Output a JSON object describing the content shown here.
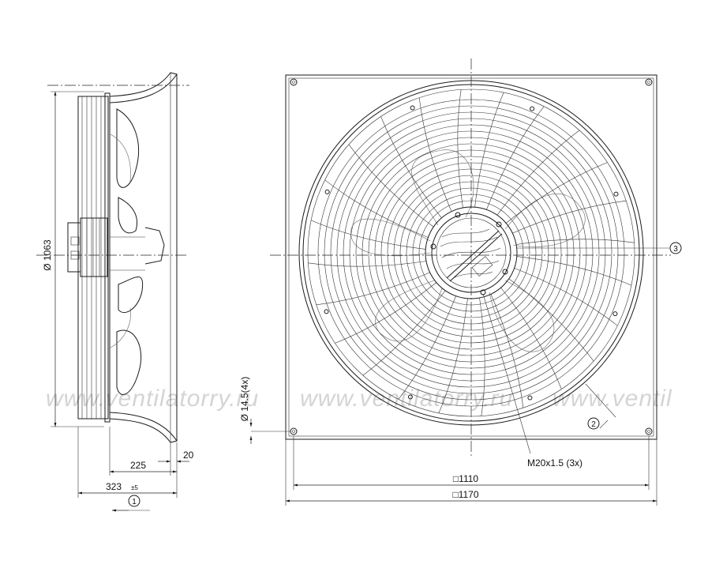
{
  "watermark": [
    "www.ventilatorry.ru",
    "www.ventilatorry.ru",
    "www.ventil"
  ],
  "dimensions": {
    "fan_diameter": "Ø 1063",
    "mount_hole": "Ø 14.5(4x)",
    "width_225": "225",
    "width_20": "20",
    "depth_323": "323",
    "depth_tolerance": "±5",
    "inner_square": "□1110",
    "outer_square": "□1170",
    "thread": "M20x1.5 (3x)"
  },
  "callouts": [
    "1",
    "2",
    "3"
  ]
}
